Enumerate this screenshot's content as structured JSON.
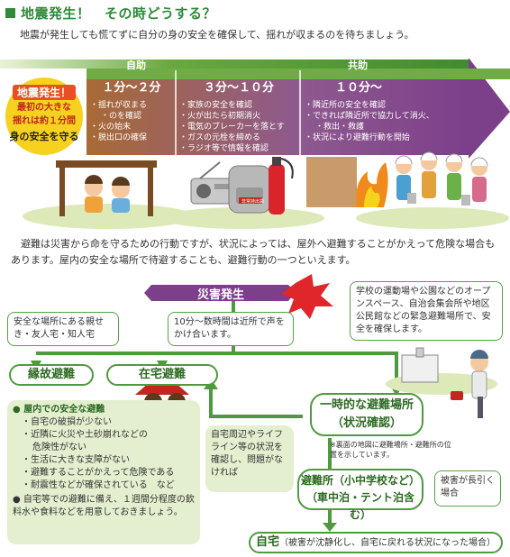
{
  "title": "地震発生！　その時どうする？",
  "intro": "地震が発生しても慌てずに自分の身の安全を確保して、揺れが収まるのを待ちましょう。",
  "timeline": {
    "self_help_label": "自助",
    "mutual_help_label": "共助",
    "start": {
      "heading": "地震発生！",
      "line1": "最初の大きな",
      "line2": "揺れは約１分間",
      "line3": "身の安全を守る"
    },
    "phases": [
      {
        "time": "１分～２分",
        "items": [
          "揺れが収まる",
          "のを確認",
          "火の始末",
          "脱出口の確保"
        ]
      },
      {
        "time": "３分～１０分",
        "items": [
          "家族の安全を確認",
          "火が出たら初期消火",
          "電気のブレーカーを落とす",
          "ガスの元栓を締める",
          "ラジオ等で情報を確認"
        ]
      },
      {
        "time": "１０分～",
        "items": [
          "隣近所の安全を確認",
          "できれば隣近所で協力して消火、",
          "救出・救護",
          "状況により避難行動を開始"
        ]
      }
    ],
    "bag_label": "非常持出袋"
  },
  "paragraph": "避難は災害から命を守るための行動ですが、状況によっては、屋外へ避難することがかえって危険な場合もあります。屋内の安全な場所で待避することも、避難行動の一つといえます。",
  "flow": {
    "disaster": "災害発生",
    "note_relatives": "安全な場所にある親せき・友人宅・知人宅",
    "note_neighbors": "10分～数時間は近所で声をかけ合います。",
    "note_temp_site": "学校の運動場や公園などのオープンスペース、自治会集会所や地区公民館などの緊急避難場所で、安全を確保します。",
    "relative_evac": "縁故避難",
    "home_evac": "在宅避難",
    "temp_site": "一時的な避難場所",
    "temp_site_sub": "（状況確認）",
    "map_note": "※裏面の地図に避難場所・避難所の位置を示しています。",
    "home_check_note": "自宅周辺やライフライン等の状況を確認し、問題がなければ",
    "shelter": "避難所（小中学校など）",
    "shelter_sub": "（車中泊・テント泊含む）",
    "long_damage": "被害が長引く場合",
    "home": "自宅",
    "home_sub": "（被害が沈静化し、自宅に戻れる状況になった場合）",
    "home_evac_panel": {
      "heading": "屋内での安全な避難",
      "items": [
        "自宅の破損が少ない",
        "近隣に火災や土砂崩れなどの",
        "危険性がない",
        "生活に大きな支障がない",
        "避難することがかえって危険である",
        "耐震性などが確保されている　など"
      ],
      "footer": "自宅等での避難に備え、１週間分程度の飲料水や食料などを用意しておきましょう。"
    }
  },
  "colors": {
    "green": "#4f9a3f",
    "brown": "#a35a2e",
    "red": "#c2261f",
    "purple": "#8c4b8a"
  }
}
